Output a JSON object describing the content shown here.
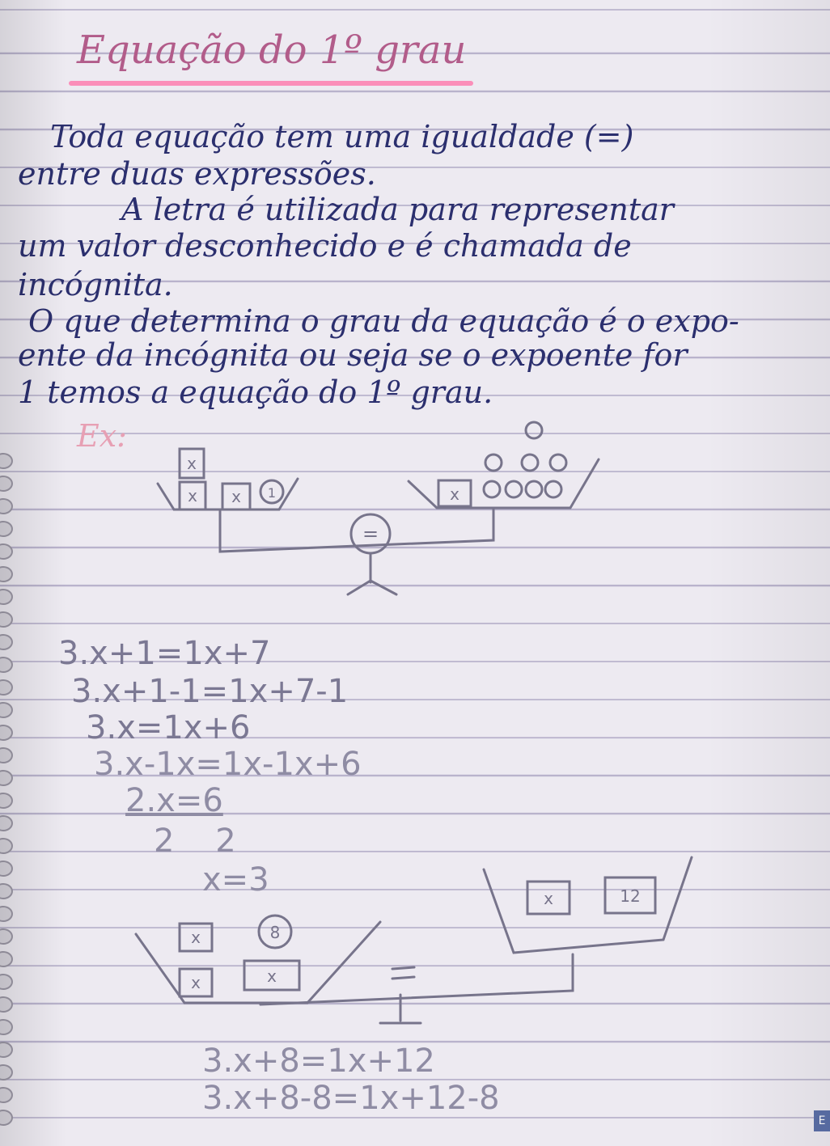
{
  "title": "Equação do 1º grau",
  "paragraph_lines": [
    "Toda equação tem uma igualdade (=)",
    "entre duas expressões.",
    "A letra é utilizada para representar",
    "um valor desconhecido e é chamada de",
    "incógnita.",
    "O que determina o grau da equação é o expo-",
    "ente da incógnita ou seja se o expoente for",
    "1 temos a equação do 1º grau."
  ],
  "example_label": "Ex:",
  "scale1": {
    "left_tiles": [
      "x",
      "x",
      "x",
      "1"
    ],
    "right_tiles": [
      "x",
      "1",
      "1",
      "1",
      "1",
      "1",
      "1",
      "1"
    ],
    "center_label": "="
  },
  "equations": [
    "3.x+1=1x+7",
    "3.x+1-1=1x+7-1",
    "3.x=1x+6",
    "3.x-1x=1x-1x+6",
    "2.x=6",
    "2    2",
    "x=3"
  ],
  "scale2": {
    "left_tiles": [
      "x",
      "x",
      "x",
      "8"
    ],
    "right_tiles": [
      "x",
      "12"
    ],
    "center_label": "="
  },
  "equations2": [
    "3.x+8=1x+12",
    "3.x+8-8=1x+12-8"
  ],
  "page_mark": "E"
}
